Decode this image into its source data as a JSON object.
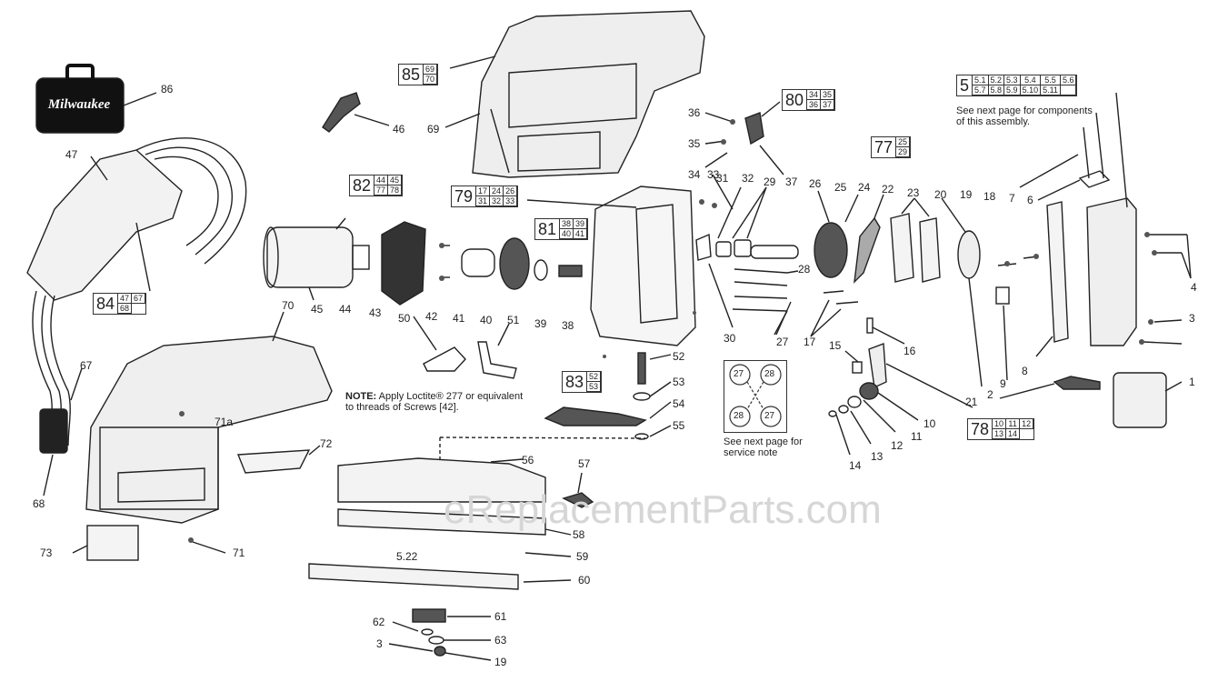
{
  "brand": "Milwaukee",
  "watermark": "eReplacementParts.com",
  "note": {
    "prefix": "NOTE:",
    "text": " Apply Loctite® 277 or equivalent to threads of Screws [42]."
  },
  "service_note": "See next page for service note",
  "assembly_note": "See next page for components of this assembly.",
  "callouts": [
    {
      "id": "86"
    },
    {
      "id": "47"
    },
    {
      "id": "46"
    },
    {
      "id": "69"
    },
    {
      "id": "36"
    },
    {
      "id": "35"
    },
    {
      "id": "34"
    },
    {
      "id": "33"
    },
    {
      "id": "31"
    },
    {
      "id": "32"
    },
    {
      "id": "29"
    },
    {
      "id": "37"
    },
    {
      "id": "26"
    },
    {
      "id": "25"
    },
    {
      "id": "24"
    },
    {
      "id": "22"
    },
    {
      "id": "23"
    },
    {
      "id": "20"
    },
    {
      "id": "19"
    },
    {
      "id": "18"
    },
    {
      "id": "7"
    },
    {
      "id": "6"
    },
    {
      "id": "4"
    },
    {
      "id": "3"
    },
    {
      "id": "1"
    },
    {
      "id": "2"
    },
    {
      "id": "8"
    },
    {
      "id": "9"
    },
    {
      "id": "21"
    },
    {
      "id": "16"
    },
    {
      "id": "17"
    },
    {
      "id": "15"
    },
    {
      "id": "10"
    },
    {
      "id": "11"
    },
    {
      "id": "12"
    },
    {
      "id": "13"
    },
    {
      "id": "14"
    },
    {
      "id": "28"
    },
    {
      "id": "27"
    },
    {
      "id": "30"
    },
    {
      "id": "45"
    },
    {
      "id": "44"
    },
    {
      "id": "43"
    },
    {
      "id": "42"
    },
    {
      "id": "41"
    },
    {
      "id": "40"
    },
    {
      "id": "39"
    },
    {
      "id": "38"
    },
    {
      "id": "50"
    },
    {
      "id": "51"
    },
    {
      "id": "52"
    },
    {
      "id": "53"
    },
    {
      "id": "54"
    },
    {
      "id": "55"
    },
    {
      "id": "70"
    },
    {
      "id": "67"
    },
    {
      "id": "68"
    },
    {
      "id": "71a"
    },
    {
      "id": "72"
    },
    {
      "id": "73"
    },
    {
      "id": "71"
    },
    {
      "id": "56"
    },
    {
      "id": "57"
    },
    {
      "id": "58"
    },
    {
      "id": "5.22"
    },
    {
      "id": "59"
    },
    {
      "id": "60"
    },
    {
      "id": "61"
    },
    {
      "id": "62"
    },
    {
      "id": "63"
    },
    {
      "id": "19"
    },
    {
      "id": "3"
    }
  ],
  "groups": [
    {
      "num": "85",
      "parts": [
        "69",
        "70"
      ]
    },
    {
      "num": "80",
      "parts": [
        "34",
        "35",
        "36",
        "37"
      ]
    },
    {
      "num": "77",
      "parts": [
        "25",
        "29"
      ]
    },
    {
      "num": "82",
      "parts": [
        "44",
        "45",
        "77",
        "78"
      ]
    },
    {
      "num": "79",
      "parts": [
        "17",
        "24",
        "26",
        "31",
        "32",
        "33"
      ]
    },
    {
      "num": "81",
      "parts": [
        "38",
        "39",
        "40",
        "41"
      ]
    },
    {
      "num": "84",
      "parts": [
        "47",
        "67",
        "68"
      ]
    },
    {
      "num": "83",
      "parts": [
        "52",
        "53"
      ]
    },
    {
      "num": "78",
      "parts": [
        "10",
        "11",
        "12",
        "13",
        "14"
      ]
    },
    {
      "num": "5",
      "parts": [
        "5.1",
        "5.2",
        "5.3",
        "5.4",
        "5.5",
        "5.6",
        "5.7",
        "5.8",
        "5.9",
        "5.10",
        "5.11"
      ]
    }
  ],
  "service_circles": [
    "27",
    "28",
    "28",
    "27"
  ]
}
